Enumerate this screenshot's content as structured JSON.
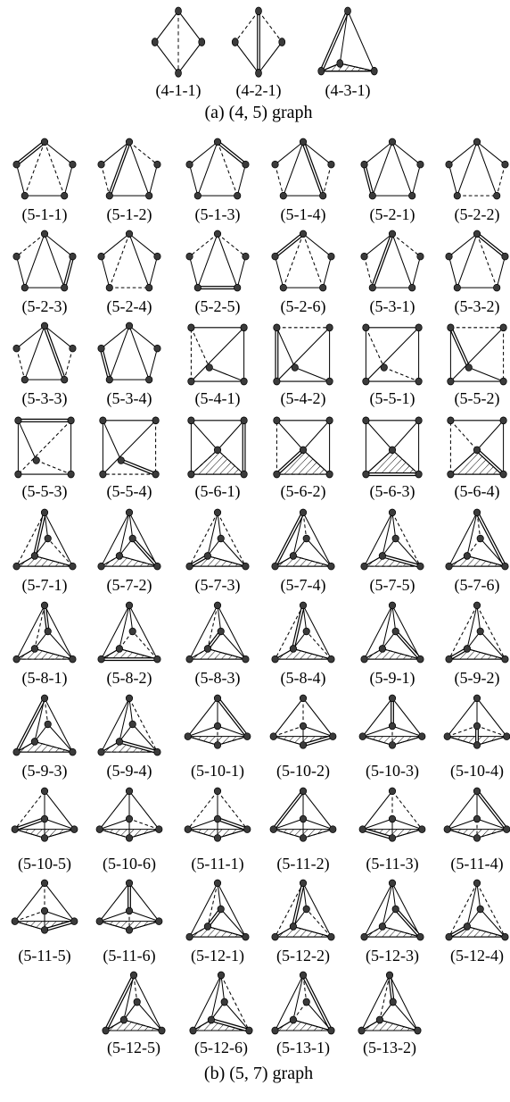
{
  "section_a": {
    "caption": "(a) (4, 5) graph",
    "items": [
      {
        "label": "(4-1-1)",
        "shape": "diamond"
      },
      {
        "label": "(4-2-1)",
        "shape": "diamond"
      },
      {
        "label": "(4-3-1)",
        "shape": "tetra"
      }
    ]
  },
  "section_b": {
    "caption": "(b) (5, 7) graph",
    "items": [
      {
        "label": "(5-1-1)",
        "shape": "pentagon"
      },
      {
        "label": "(5-1-2)",
        "shape": "pentagon"
      },
      {
        "label": "(5-1-3)",
        "shape": "pentagon"
      },
      {
        "label": "(5-1-4)",
        "shape": "pentagon"
      },
      {
        "label": "(5-2-1)",
        "shape": "pentagon"
      },
      {
        "label": "(5-2-2)",
        "shape": "pentagon"
      },
      {
        "label": "(5-2-3)",
        "shape": "pentagon"
      },
      {
        "label": "(5-2-4)",
        "shape": "pentagon"
      },
      {
        "label": "(5-2-5)",
        "shape": "pentagon"
      },
      {
        "label": "(5-2-6)",
        "shape": "pentagon"
      },
      {
        "label": "(5-3-1)",
        "shape": "pentagon"
      },
      {
        "label": "(5-3-2)",
        "shape": "pentagon"
      },
      {
        "label": "(5-3-3)",
        "shape": "pentagon"
      },
      {
        "label": "(5-3-4)",
        "shape": "pentagon"
      },
      {
        "label": "(5-4-1)",
        "shape": "square"
      },
      {
        "label": "(5-4-2)",
        "shape": "square"
      },
      {
        "label": "(5-5-1)",
        "shape": "square"
      },
      {
        "label": "(5-5-2)",
        "shape": "square"
      },
      {
        "label": "(5-5-3)",
        "shape": "square"
      },
      {
        "label": "(5-5-4)",
        "shape": "square"
      },
      {
        "label": "(5-6-1)",
        "shape": "squarex"
      },
      {
        "label": "(5-6-2)",
        "shape": "squarex"
      },
      {
        "label": "(5-6-3)",
        "shape": "squarex"
      },
      {
        "label": "(5-6-4)",
        "shape": "squarex"
      },
      {
        "label": "(5-7-1)",
        "shape": "tetra5"
      },
      {
        "label": "(5-7-2)",
        "shape": "tetra5"
      },
      {
        "label": "(5-7-3)",
        "shape": "tetra5"
      },
      {
        "label": "(5-7-4)",
        "shape": "tetra5"
      },
      {
        "label": "(5-7-5)",
        "shape": "tetra5"
      },
      {
        "label": "(5-7-6)",
        "shape": "tetra5"
      },
      {
        "label": "(5-8-1)",
        "shape": "tetra5"
      },
      {
        "label": "(5-8-2)",
        "shape": "tetra5"
      },
      {
        "label": "(5-8-3)",
        "shape": "tetra5"
      },
      {
        "label": "(5-8-4)",
        "shape": "tetra5"
      },
      {
        "label": "(5-9-1)",
        "shape": "tetra5"
      },
      {
        "label": "(5-9-2)",
        "shape": "tetra5"
      },
      {
        "label": "(5-9-3)",
        "shape": "tetra5"
      },
      {
        "label": "(5-9-4)",
        "shape": "tetra5"
      },
      {
        "label": "(5-10-1)",
        "shape": "bipyr"
      },
      {
        "label": "(5-10-2)",
        "shape": "bipyr"
      },
      {
        "label": "(5-10-3)",
        "shape": "bipyr"
      },
      {
        "label": "(5-10-4)",
        "shape": "bipyr"
      },
      {
        "label": "(5-10-5)",
        "shape": "bipyr"
      },
      {
        "label": "(5-10-6)",
        "shape": "bipyr"
      },
      {
        "label": "(5-11-1)",
        "shape": "bipyr"
      },
      {
        "label": "(5-11-2)",
        "shape": "bipyr"
      },
      {
        "label": "(5-11-3)",
        "shape": "bipyr"
      },
      {
        "label": "(5-11-4)",
        "shape": "bipyr"
      },
      {
        "label": "(5-11-5)",
        "shape": "bipyr"
      },
      {
        "label": "(5-11-6)",
        "shape": "bipyr"
      },
      {
        "label": "(5-12-1)",
        "shape": "tetra5"
      },
      {
        "label": "(5-12-2)",
        "shape": "tetra5"
      },
      {
        "label": "(5-12-3)",
        "shape": "tetra5"
      },
      {
        "label": "(5-12-4)",
        "shape": "tetra5"
      },
      {
        "label": "(5-12-5)",
        "shape": "tetra5"
      },
      {
        "label": "(5-12-6)",
        "shape": "tetra5"
      },
      {
        "label": "(5-13-1)",
        "shape": "tetra5"
      },
      {
        "label": "(5-13-2)",
        "shape": "tetra5"
      }
    ]
  }
}
